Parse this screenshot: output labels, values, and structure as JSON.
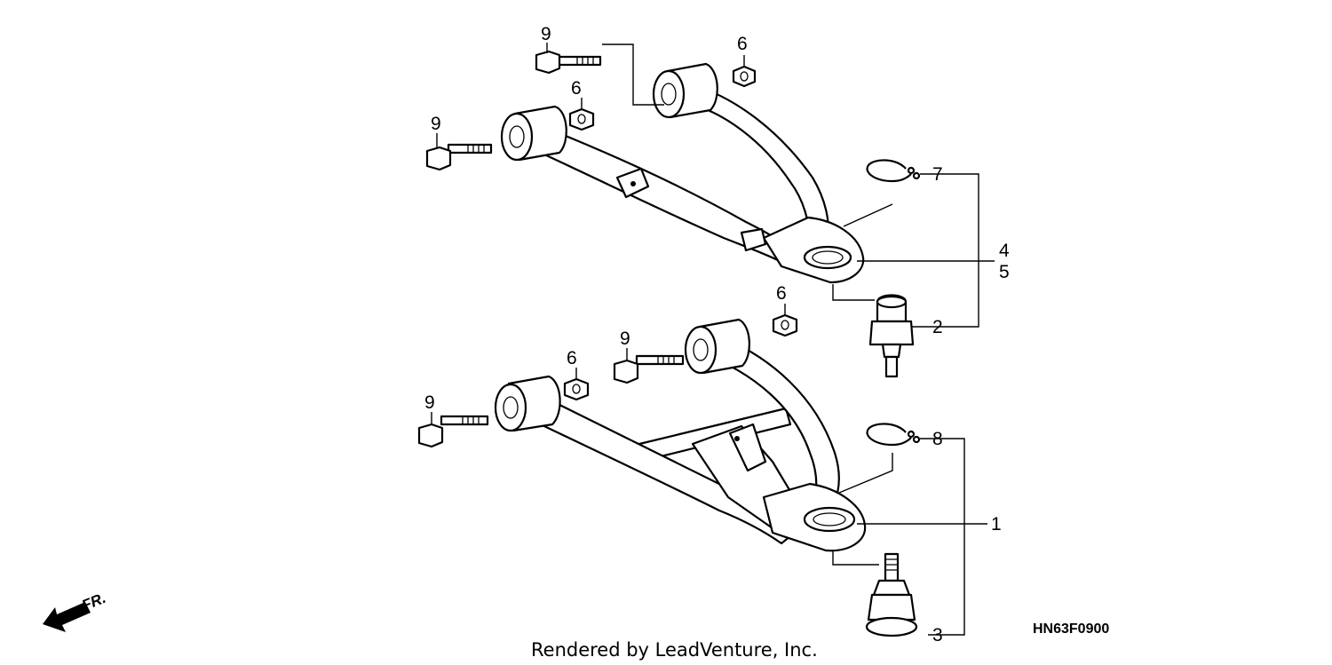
{
  "diagram": {
    "callouts": {
      "c1": "1",
      "c2": "2",
      "c3": "3",
      "c4": "4",
      "c5": "5",
      "c6": "6",
      "c7": "7",
      "c8": "8",
      "c9": "9"
    },
    "drawing_code": "HN63F0900",
    "credit": "Rendered by LeadVenture, Inc.",
    "direction_label": "FR."
  }
}
